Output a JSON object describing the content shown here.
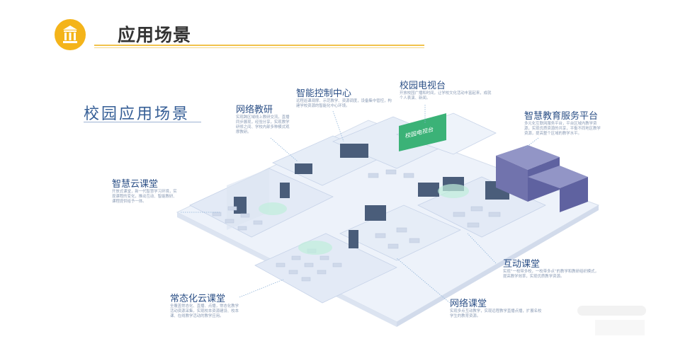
{
  "header": {
    "title": "应用场景",
    "icon": "pillars-icon",
    "accent": "#f4b41a"
  },
  "diagram_label": "校园应用场景",
  "scenes": [
    {
      "id": "net-research",
      "title": "网络教研",
      "desc": "实现跨区域线上教研交流，直播同步展现，经验分享，实现教学研修之间、学校内部多种模式观摩教研。"
    },
    {
      "id": "control-center",
      "title": "智能控制中心",
      "desc": "远程巡课观摩、示范教学、资源调度，设备集中管控，构建学校资源的智能化中心环境。"
    },
    {
      "id": "campus-tv",
      "title": "校园电视台",
      "desc": "开放校园广播和时间，让学校文化活动丰富起来，成就个人表演、新闻。"
    },
    {
      "id": "edu-platform",
      "title": "智慧教育服务平台",
      "desc": "多元化互联网服务平台，平台区域内教学资源，实现优质资源的共享，平衡不同地区教学资源，提高整个区域的教学水平。"
    },
    {
      "id": "cloud-classroom",
      "title": "智慧云课堂",
      "desc": "开放式课堂，新一代智慧学习环境，实现课程的变化，推动互动、智能教研、课程提供给予一体。"
    },
    {
      "id": "interactive-classroom",
      "title": "互动课堂",
      "desc": "实现“一校带多校，一校带多点”的教学和教研组织模式，提高教学效率，实现优质教学资源。"
    },
    {
      "id": "online-classroom",
      "title": "网络课堂",
      "desc": "实现多点互动教学，实现远程教学直播点播，扩展名校学生的教育资源。"
    },
    {
      "id": "routine-cloud",
      "title": "常态化云课堂",
      "desc": "全覆盖常态化、直播、点播，常态化教学活动资源采集，实现校本资源建设、校本课、在线教学活动的教学应用。"
    }
  ],
  "tv_sign": "校园电视台",
  "colors": {
    "title": "#2b4f86",
    "desc": "#8a9bb5",
    "floor": "#e8eef8",
    "wall": "#d7e0ef",
    "server": "#7f82b8",
    "green": "#39b27a"
  }
}
